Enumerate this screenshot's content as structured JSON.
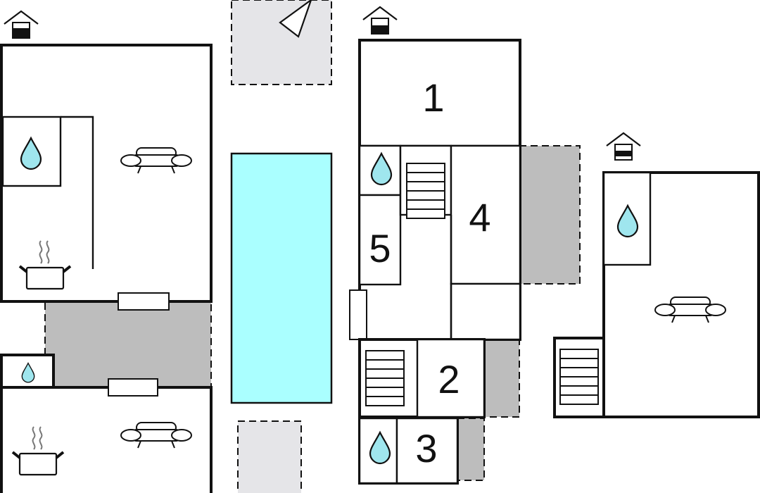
{
  "colors": {
    "wall": "#111111",
    "terrace": "#bdbdbd",
    "open_area": "#e5e5e8",
    "pool": "#aaffff",
    "water_drop": "#9fe6ee",
    "background": "#ffffff"
  },
  "icons": [
    "house-entrance-icon",
    "north-arrow-icon",
    "water-drop-icon",
    "sofa-icon",
    "cooking-pot-icon",
    "staircase-icon"
  ],
  "rooms": {
    "r1": "1",
    "r2": "2",
    "r3": "3",
    "r4": "4",
    "r5": "5"
  }
}
